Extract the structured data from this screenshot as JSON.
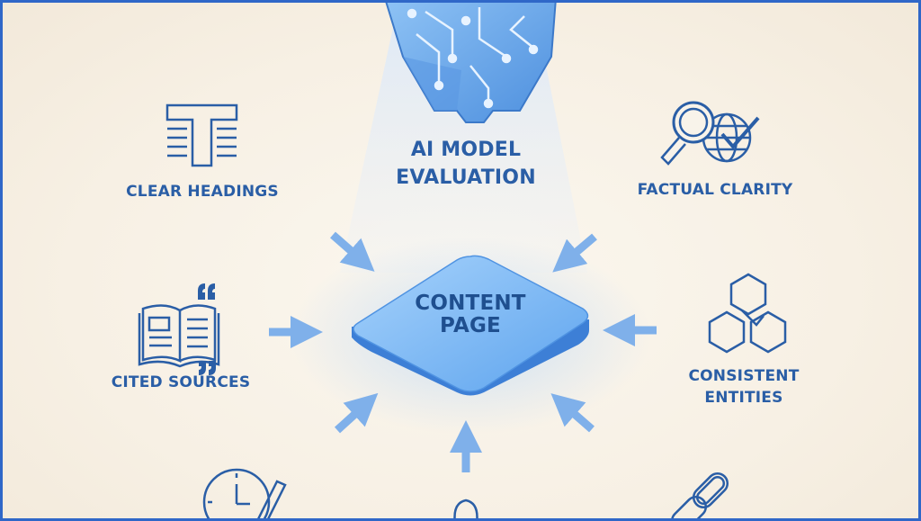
{
  "title": [
    "AI MODEL",
    "EVALUATION"
  ],
  "center": [
    "CONTENT",
    "PAGE"
  ],
  "factors": {
    "clear_headings": "CLEAR HEADINGS",
    "factual_clarity": "FACTUAL CLARITY",
    "cited_sources": "CITED SOURCES",
    "consistent_entities": [
      "CONSISTENT",
      "ENTITIES"
    ]
  },
  "colors": {
    "accent": "#2f67c8",
    "icon_stroke": "#2a5ea6",
    "arrow": "#7fb0ea",
    "platform_top": "#6fb2f3",
    "background": "#f7f0e4"
  },
  "icons": [
    "ai-brain-circuit-icon",
    "text-headings-icon",
    "magnifier-globe-check-icon",
    "open-book-quotes-icon",
    "hexagon-cluster-icon",
    "clock-pencil-icon",
    "lightbulb-icon",
    "chain-link-icon"
  ]
}
